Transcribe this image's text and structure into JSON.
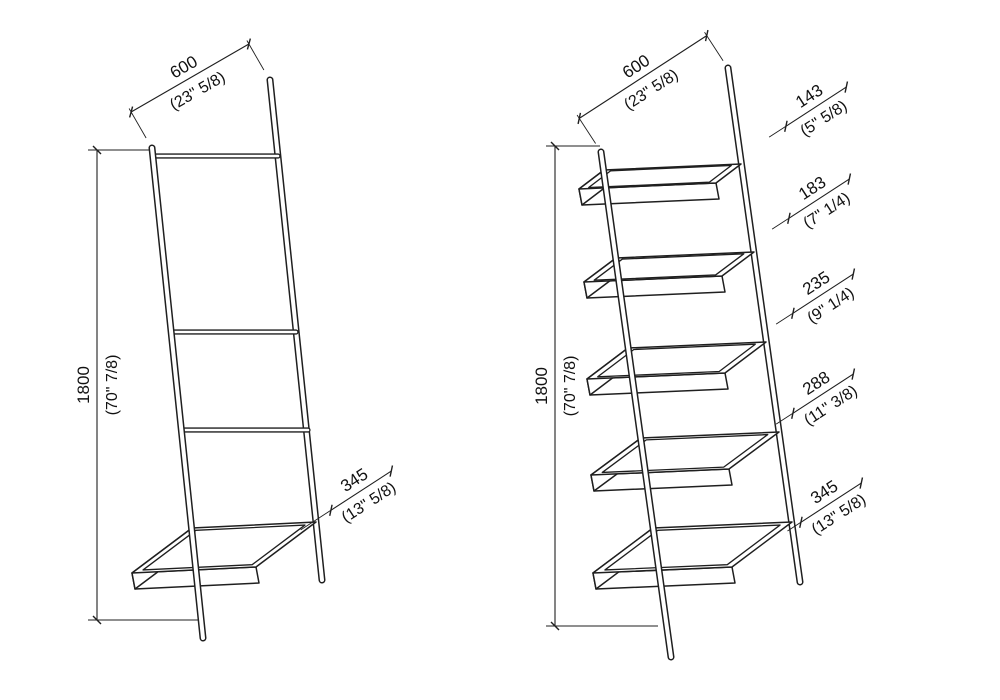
{
  "title": "Ladder shelf technical drawing",
  "views": {
    "left": {
      "name": "ladder-with-bottom-tray",
      "width_mm": "600",
      "width_in": "(23\" 5/8)",
      "height_mm": "1800",
      "height_in": "(70\" 7/8)",
      "depth_mm": "345",
      "depth_in": "(13\" 5/8)"
    },
    "right": {
      "name": "ladder-with-five-trays",
      "width_mm": "600",
      "width_in": "(23\" 5/8)",
      "height_mm": "1800",
      "height_in": "(70\" 7/8)",
      "shelves": [
        {
          "mm": "143",
          "in": "(5\" 5/8)"
        },
        {
          "mm": "183",
          "in": "(7\" 1/4)"
        },
        {
          "mm": "235",
          "in": "(9\" 1/4)"
        },
        {
          "mm": "288",
          "in": "(11\" 3/8)"
        },
        {
          "mm": "345",
          "in": "(13\" 5/8)"
        }
      ]
    }
  },
  "colors": {
    "line": "#1f1f1f",
    "text": "#111111",
    "background": "#ffffff"
  }
}
